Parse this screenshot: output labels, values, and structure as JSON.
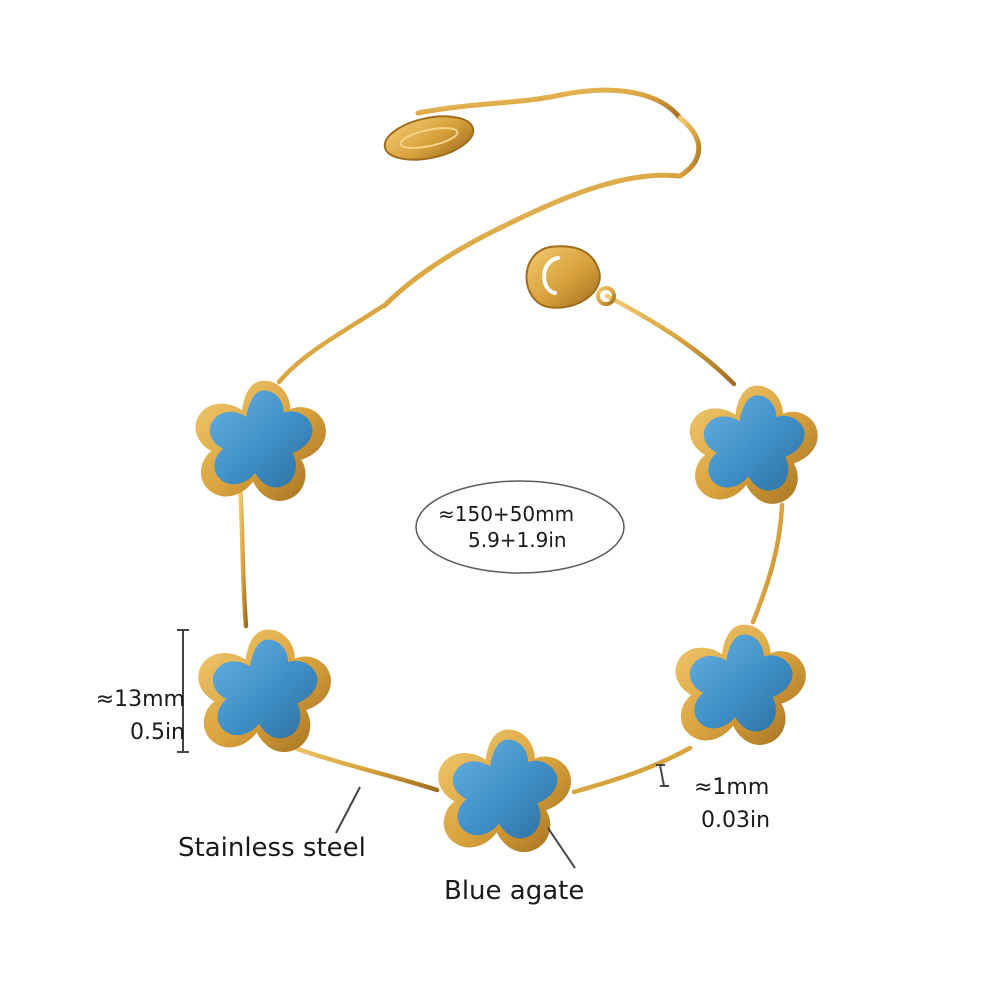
{
  "labels": {
    "length_primary": "≈150+50mm",
    "length_secondary": "5.9+1.9in",
    "width_primary": "≈13mm",
    "width_secondary": "0.5in",
    "chain_primary": "≈1mm",
    "chain_secondary": "0.03in",
    "material_steel": "Stainless steel",
    "material_stone": "Blue agate"
  },
  "colors": {
    "gold": "#d8a13c",
    "gold_dark": "#9f6d1f",
    "gold_light": "#f2cb73",
    "blue": "#3f8fc7",
    "blue_dark": "#2d6f9f",
    "text": "#1a1a1a",
    "line": "#444444"
  }
}
